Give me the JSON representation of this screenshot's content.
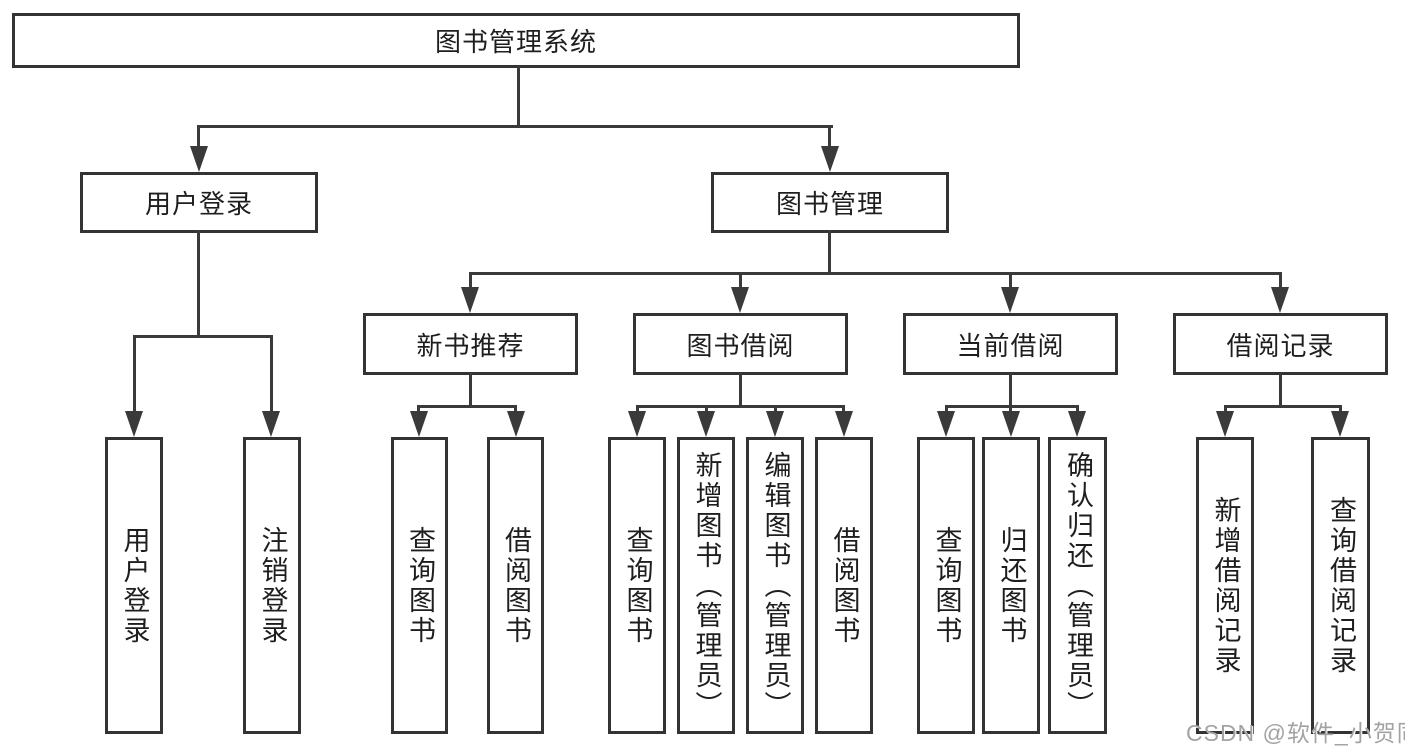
{
  "diagram": {
    "root": {
      "label": "图书管理系统"
    },
    "branches": [
      {
        "label": "用户登录",
        "children": [
          {
            "label": "用户登录"
          },
          {
            "label": "注销登录"
          }
        ]
      },
      {
        "label": "图书管理",
        "children": [
          {
            "label": "新书推荐",
            "children": [
              {
                "label": "查询图书"
              },
              {
                "label": "借阅图书"
              }
            ]
          },
          {
            "label": "图书借阅",
            "children": [
              {
                "label": "查询图书"
              },
              {
                "label": "新增图书（管理员）"
              },
              {
                "label": "编辑图书（管理员）"
              },
              {
                "label": "借阅图书"
              }
            ]
          },
          {
            "label": "当前借阅",
            "children": [
              {
                "label": "查询图书"
              },
              {
                "label": "归还图书"
              },
              {
                "label": "确认归还（管理员）"
              }
            ]
          },
          {
            "label": "借阅记录",
            "children": [
              {
                "label": "新增借阅记录"
              },
              {
                "label": "查询借阅记录"
              }
            ]
          }
        ]
      }
    ],
    "colors": {
      "line": "#3a3a3a",
      "box_border": "#333333",
      "box_fill": "#ffffff",
      "text": "#1e1e1e",
      "background": "#ffffff"
    }
  },
  "watermark": {
    "text": "CSDN @软件_小贺同学",
    "color": "#a3a3a3"
  }
}
